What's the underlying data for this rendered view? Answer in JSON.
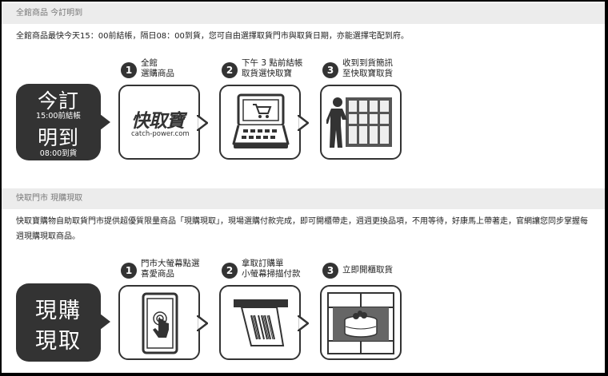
{
  "section1": {
    "header": "全館商品 今訂明到",
    "description": "全館商品最快今天15：00前結帳，隔日08：00到貨，您可自由選擇取貨門市與取貨日期，亦能選擇宅配到府。",
    "pill": {
      "line1": "今訂",
      "time1": "15:00前結帳",
      "line2": "明到",
      "time2": "08:00到貨"
    },
    "steps": [
      {
        "num": "1",
        "line1": "全館",
        "line2": "選購商品",
        "icon": "catch-power-logo"
      },
      {
        "num": "2",
        "line1": "下午 3 點前結帳",
        "line2": "取貨選快取寶",
        "icon": "kiosk-cart-icon"
      },
      {
        "num": "3",
        "line1": "收到到貨簡訊",
        "line2": "至快取寶取貨",
        "icon": "locker-person-icon"
      }
    ],
    "logo": {
      "text": "快取寶",
      "url": "catch-power.com"
    }
  },
  "section2": {
    "header": "快取門市 現購現取",
    "description": "快取寶購物自助取貨門市提供超優質限量商品「現購現取」，現場選購付款完成，即可開櫃帶走，週週更換品項，不用等待，好康馬上帶著走，官網讓您同步掌握每週現購現取商品。",
    "pill": {
      "line1": "現購",
      "line2": "現取"
    },
    "steps": [
      {
        "num": "1",
        "line1": "門市大螢幕點選",
        "line2": "喜愛商品",
        "icon": "touch-screen-icon"
      },
      {
        "num": "2",
        "line1": "拿取訂購單",
        "line2": "小螢幕掃描付款",
        "icon": "receipt-barcode-icon"
      },
      {
        "num": "3",
        "line1": "立即開櫃取貨",
        "line2": "",
        "icon": "locker-cake-icon"
      }
    ]
  },
  "colors": {
    "dark": "#333333",
    "header_bg": "#ececec",
    "header_text": "#777777"
  }
}
